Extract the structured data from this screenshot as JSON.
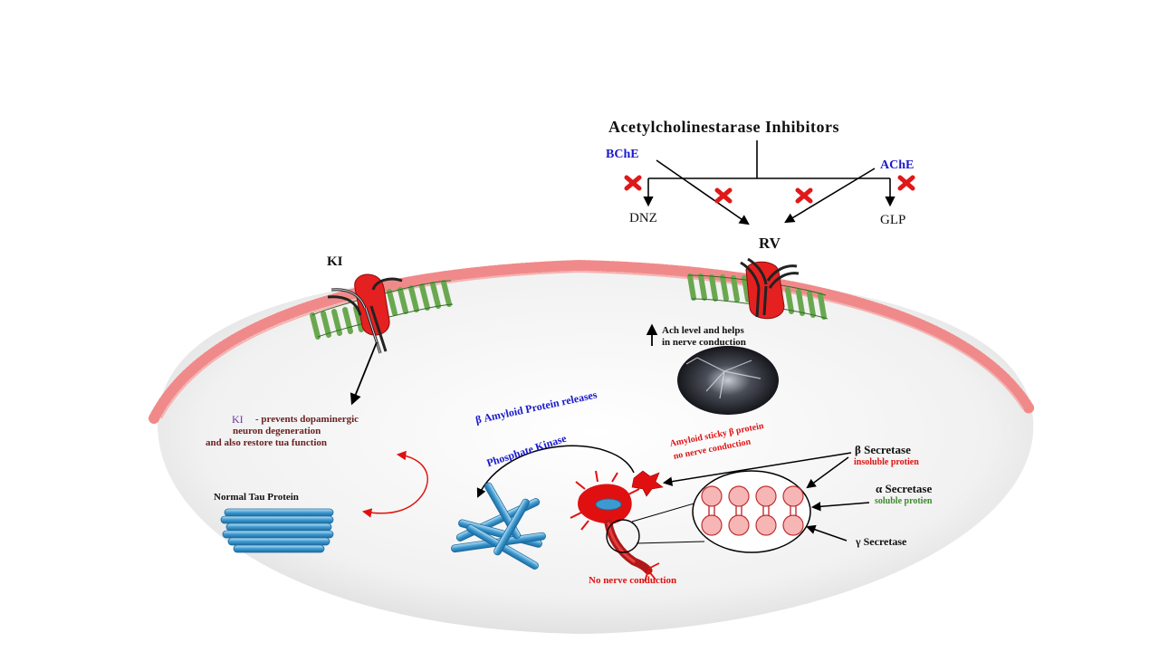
{
  "title": "Acetylcholinestarase Inhibitors",
  "enzymes": {
    "bche": "BChE",
    "ache": "AChE"
  },
  "drugs": {
    "dnz": "DNZ",
    "glp": "GLP",
    "rv": "RV",
    "ki": "KI"
  },
  "ach_note": {
    "line1": "Ach level and helps",
    "line2": "in nerve conduction"
  },
  "ki_effect": {
    "ki_word": "KI",
    "line1": "- prevents dopaminergic",
    "line2": "neuron degeneration",
    "line3": "and also restore tua function"
  },
  "tau": {
    "normal": "Normal Tau Protein"
  },
  "amyloid": {
    "release": "Amyloid Protein releases",
    "kinase": "Phosphate Kinase",
    "sticky_line1": "Amyloid sticky",
    "sticky_line2": "protein",
    "sticky_line3": "no nerve conduction",
    "no_conduction": "No nerve conduction"
  },
  "secretases": {
    "beta": "Secretase",
    "beta_note": "insoluble protien",
    "alpha": "Secretase",
    "alpha_note": "soluble protien",
    "gamma": "Secretase"
  },
  "greek": {
    "beta": "β",
    "alpha": "α",
    "gamma": "γ"
  },
  "colors": {
    "membrane": "#f08a8a",
    "receptor": "#e52020",
    "helix": "#6aa84f",
    "tau": "#3d9ad1",
    "inhibit_mark": "#e01818"
  }
}
